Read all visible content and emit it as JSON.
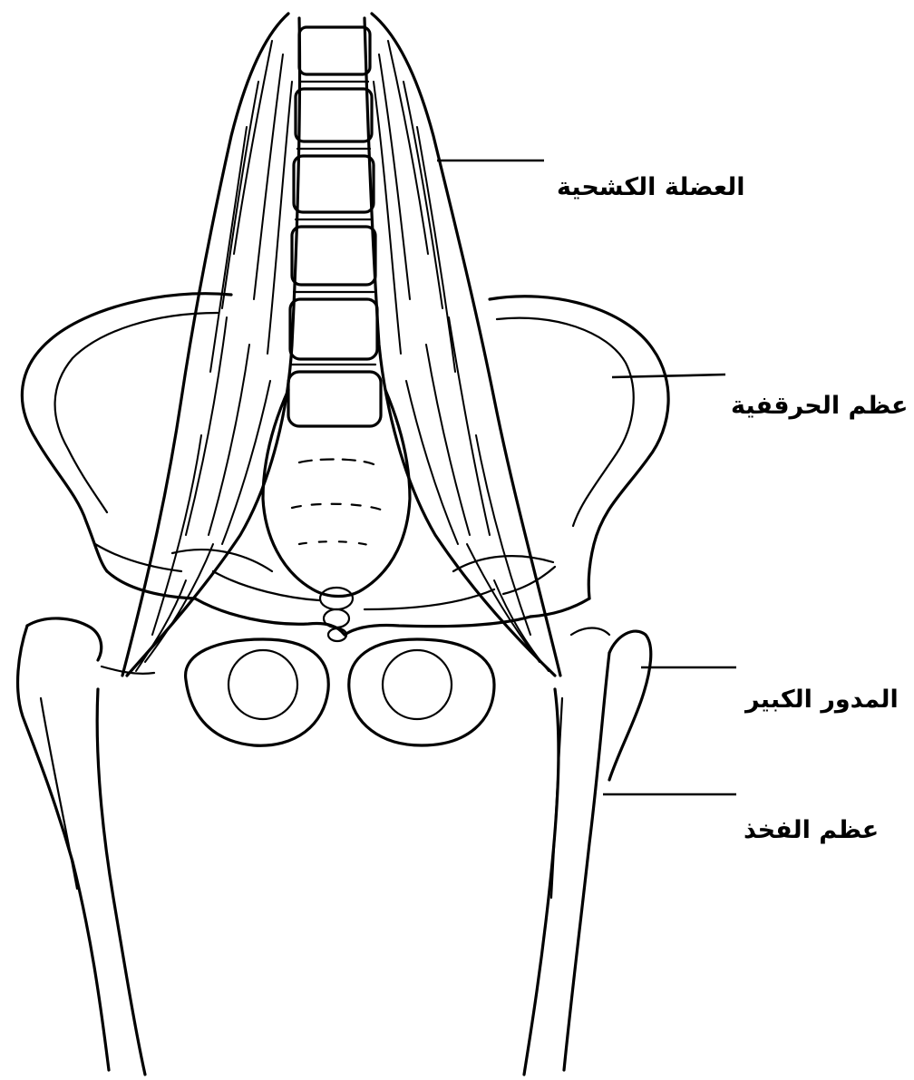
{
  "labels": {
    "psoas": "العضلة الكشحية",
    "ilium": "عظم الحرقفية",
    "trochanter": "المدور الكبير",
    "femur": "عظم الفخذ"
  }
}
